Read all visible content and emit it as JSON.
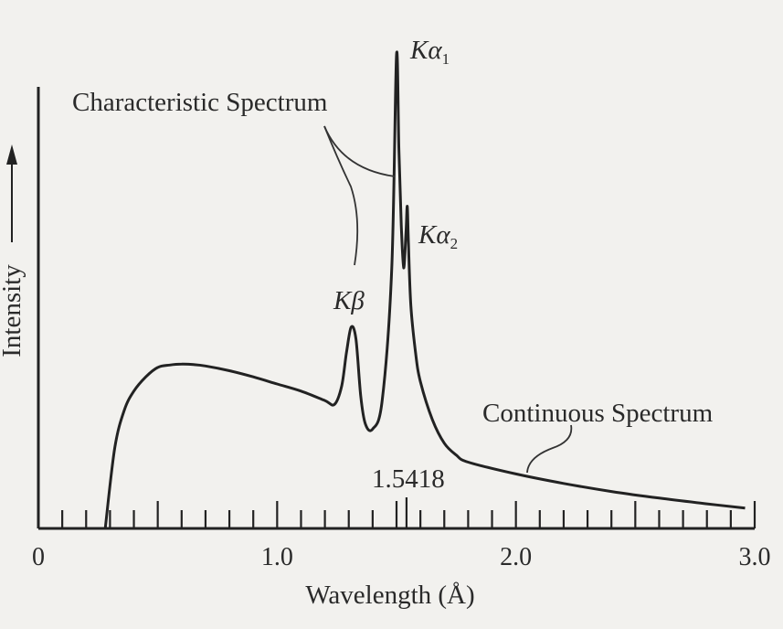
{
  "chart_data": {
    "type": "line",
    "xlabel": "Wavelength (Å)",
    "ylabel": "Intensity",
    "xlim": [
      0,
      3.0
    ],
    "x_tick_labels": [
      "0",
      "1.0",
      "2.0",
      "3.0"
    ],
    "major_ticks": [
      0,
      0.5,
      1.0,
      1.5,
      2.0,
      2.5,
      3.0
    ],
    "minor_tick_step": 0.1,
    "grid": false,
    "annotations": {
      "characteristic": "Characteristic Spectrum",
      "continuous": "Continuous Spectrum",
      "wavelength_mark": "1.5418"
    },
    "peak_labels": {
      "kbeta": {
        "base": "K",
        "greek": "β",
        "sub": ""
      },
      "kalpha1": {
        "base": "K",
        "greek": "α",
        "sub": "1"
      },
      "kalpha2": {
        "base": "K",
        "greek": "α",
        "sub": "2"
      }
    },
    "series": [
      {
        "x": [
          0.28,
          0.32,
          0.36,
          0.4,
          0.45,
          0.5,
          0.55,
          0.6,
          0.65,
          0.7,
          0.8,
          0.9,
          1.0,
          1.1,
          1.2,
          1.24,
          1.27,
          1.29,
          1.31,
          1.33,
          1.35,
          1.37,
          1.4,
          1.44,
          1.48,
          1.5,
          1.51,
          1.52,
          1.53,
          1.54,
          1.545,
          1.55,
          1.56,
          1.58,
          1.6,
          1.65,
          1.7,
          1.75,
          1.8,
          2.0,
          2.2,
          2.4,
          2.6,
          2.8,
          2.96
        ],
        "y": [
          0.0,
          0.17,
          0.25,
          0.29,
          0.32,
          0.34,
          0.345,
          0.347,
          0.346,
          0.343,
          0.333,
          0.32,
          0.305,
          0.29,
          0.27,
          0.262,
          0.3,
          0.37,
          0.425,
          0.4,
          0.28,
          0.22,
          0.21,
          0.27,
          0.55,
          1.0,
          0.8,
          0.64,
          0.55,
          0.63,
          0.68,
          0.6,
          0.47,
          0.37,
          0.31,
          0.23,
          0.18,
          0.155,
          0.14,
          0.115,
          0.095,
          0.078,
          0.064,
          0.052,
          0.043
        ]
      }
    ]
  }
}
